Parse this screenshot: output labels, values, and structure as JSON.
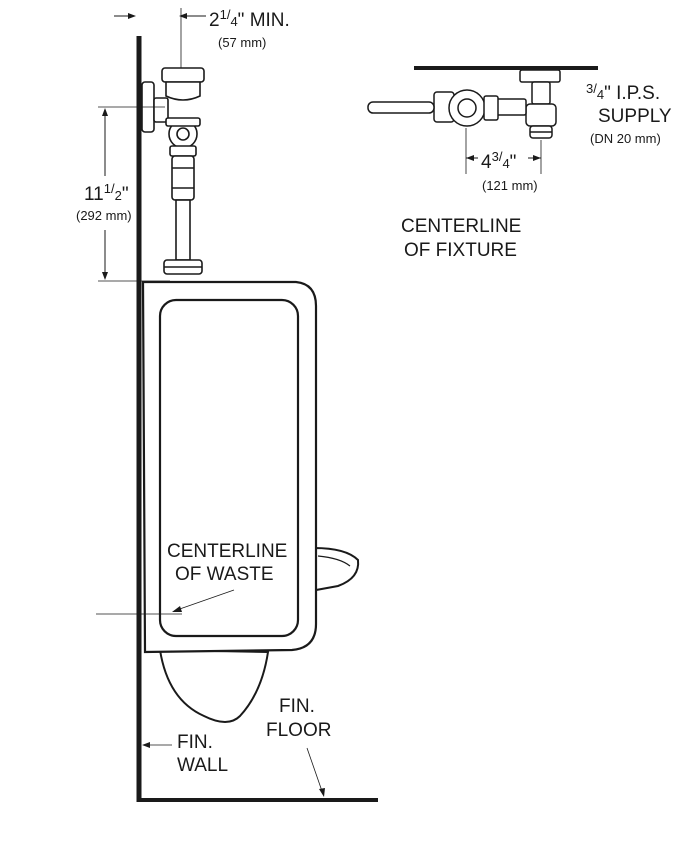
{
  "dimensions": {
    "setback": {
      "whole": "2",
      "frac_num": "1",
      "frac_den": "4",
      "suffix": "\" MIN.",
      "metric": "(57 mm)"
    },
    "height": {
      "whole": "11",
      "frac_num": "1",
      "frac_den": "2",
      "suffix": "\"",
      "metric": "(292 mm)"
    },
    "offset": {
      "whole": "4",
      "frac_num": "3",
      "frac_den": "4",
      "suffix": "\"",
      "metric": "(121 mm)"
    }
  },
  "supply": {
    "frac_num": "3",
    "frac_den": "4",
    "line1": "\" I.P.S.",
    "line2": "SUPPLY",
    "metric": "(DN 20 mm)"
  },
  "labels": {
    "centerline_fixture": [
      "CENTERLINE",
      "OF FIXTURE"
    ],
    "centerline_waste": [
      "CENTERLINE",
      "OF WASTE"
    ],
    "fin_floor": [
      "FIN.",
      "FLOOR"
    ],
    "fin_wall": [
      "FIN.",
      "WALL"
    ]
  },
  "colors": {
    "ink": "#1a1a1a",
    "fixture_fill": "#ffffff",
    "paper": "#ffffff"
  }
}
